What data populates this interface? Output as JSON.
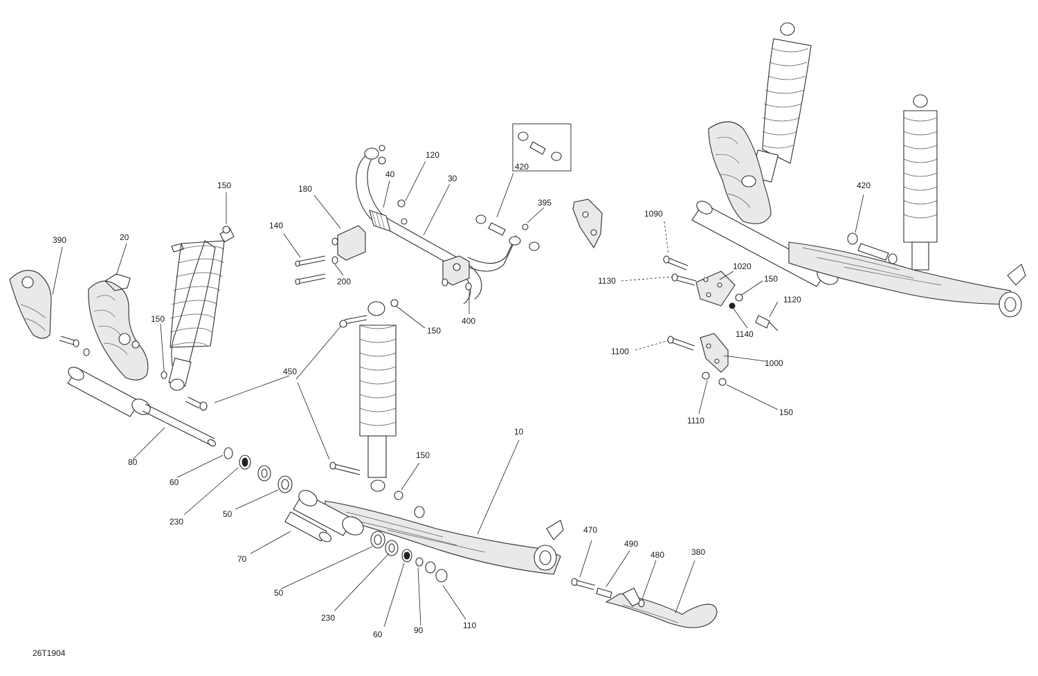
{
  "diagram_code": "26T1904",
  "callouts": [
    {
      "id": "c-10",
      "text": "10"
    },
    {
      "id": "c-20",
      "text": "20"
    },
    {
      "id": "c-30",
      "text": "30"
    },
    {
      "id": "c-40",
      "text": "40"
    },
    {
      "id": "c-50a",
      "text": "50"
    },
    {
      "id": "c-50b",
      "text": "50"
    },
    {
      "id": "c-60a",
      "text": "60"
    },
    {
      "id": "c-60b",
      "text": "60"
    },
    {
      "id": "c-70",
      "text": "70"
    },
    {
      "id": "c-80",
      "text": "80"
    },
    {
      "id": "c-90",
      "text": "90"
    },
    {
      "id": "c-110",
      "text": "110"
    },
    {
      "id": "c-120",
      "text": "120"
    },
    {
      "id": "c-140",
      "text": "140"
    },
    {
      "id": "c-150a",
      "text": "150"
    },
    {
      "id": "c-150b",
      "text": "150"
    },
    {
      "id": "c-150c",
      "text": "150"
    },
    {
      "id": "c-150d",
      "text": "150"
    },
    {
      "id": "c-150e",
      "text": "150"
    },
    {
      "id": "c-150f",
      "text": "150"
    },
    {
      "id": "c-180",
      "text": "180"
    },
    {
      "id": "c-200",
      "text": "200"
    },
    {
      "id": "c-230a",
      "text": "230"
    },
    {
      "id": "c-230b",
      "text": "230"
    },
    {
      "id": "c-380",
      "text": "380"
    },
    {
      "id": "c-390",
      "text": "390"
    },
    {
      "id": "c-395",
      "text": "395"
    },
    {
      "id": "c-400",
      "text": "400"
    },
    {
      "id": "c-420a",
      "text": "420"
    },
    {
      "id": "c-420b",
      "text": "420"
    },
    {
      "id": "c-450",
      "text": "450"
    },
    {
      "id": "c-470",
      "text": "470"
    },
    {
      "id": "c-480",
      "text": "480"
    },
    {
      "id": "c-490",
      "text": "490"
    },
    {
      "id": "c-1000",
      "text": "1000"
    },
    {
      "id": "c-1020",
      "text": "1020"
    },
    {
      "id": "c-1090",
      "text": "1090"
    },
    {
      "id": "c-1100",
      "text": "1100"
    },
    {
      "id": "c-1110",
      "text": "1110"
    },
    {
      "id": "c-1120",
      "text": "1120"
    },
    {
      "id": "c-1130",
      "text": "1130"
    },
    {
      "id": "c-1140",
      "text": "1140"
    }
  ]
}
